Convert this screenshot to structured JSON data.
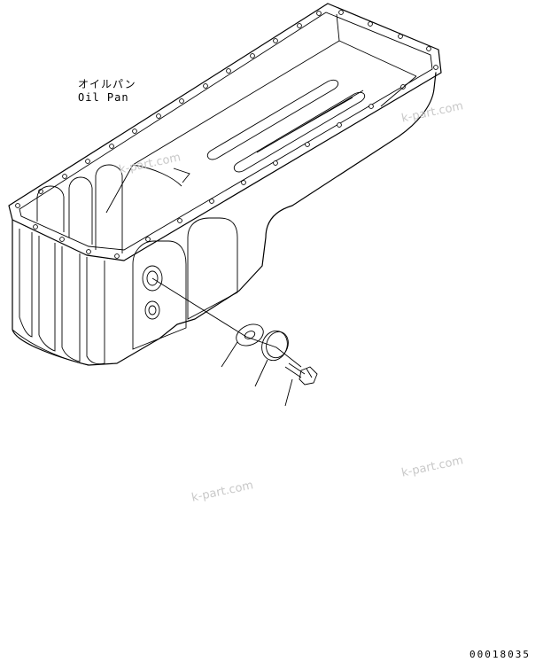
{
  "labels": {
    "part_name_jp": "オイルパン",
    "part_name_en": "Oil Pan",
    "drawing_number": "00018035"
  },
  "watermarks": [
    "k-part.com",
    "k-part.com",
    "k-part.com",
    "k-part.com"
  ],
  "colors": {
    "line": "#000000",
    "watermark": "#c9c9c9",
    "background": "#ffffff"
  }
}
